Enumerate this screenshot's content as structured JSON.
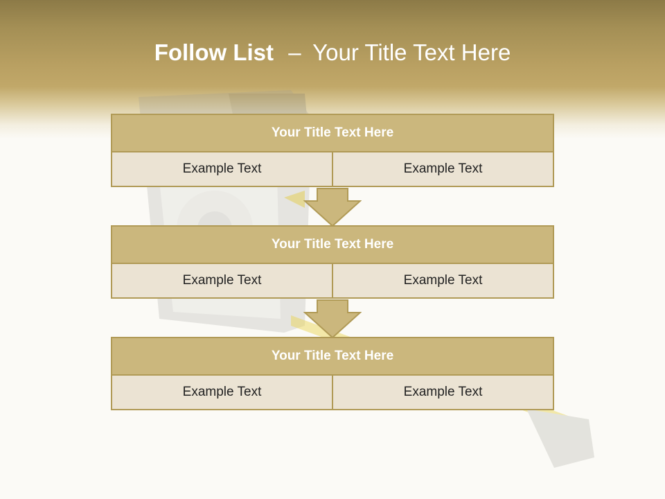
{
  "slide": {
    "title_bold": "Follow List",
    "title_dash": "–",
    "title_rest": "Your Title Text Here"
  },
  "blocks": [
    {
      "title": "Your Title Text Here",
      "left": "Example Text",
      "right": "Example Text"
    },
    {
      "title": "Your Title Text Here",
      "left": "Example Text",
      "right": "Example Text"
    },
    {
      "title": "Your Title Text Here",
      "left": "Example Text",
      "right": "Example Text"
    }
  ],
  "colors": {
    "header_gold": "#b9a062",
    "block_title_fill": "#cbb77d",
    "block_cell_fill": "#ebe3d3",
    "border": "#b09a56",
    "arrow_fill": "#cbb77d"
  },
  "icons": [
    "down-arrow-icon",
    "tape-measure-image"
  ]
}
